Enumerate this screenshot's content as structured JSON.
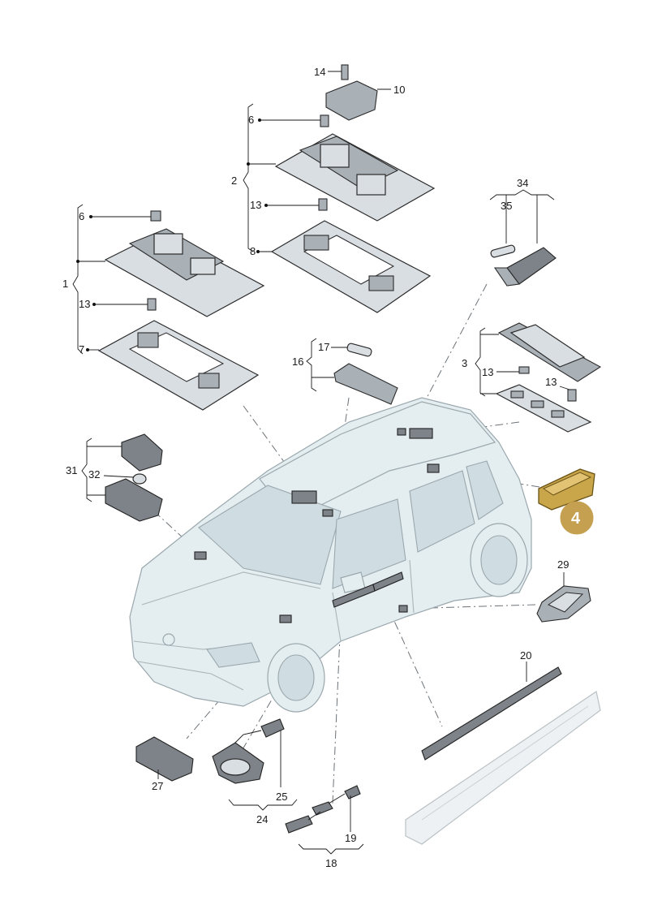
{
  "labels": {
    "l1": "1",
    "l2": "2",
    "l3": "3",
    "l4": "4",
    "l6a": "6",
    "l6b": "6",
    "l7": "7",
    "l8": "8",
    "l10": "10",
    "l13a": "13",
    "l13b": "13",
    "l13c": "13",
    "l13d": "13",
    "l14": "14",
    "l16": "16",
    "l17": "17",
    "l18": "18",
    "l19": "19",
    "l20": "20",
    "l24": "24",
    "l25": "25",
    "l27": "27",
    "l29": "29",
    "l31": "31",
    "l32": "32",
    "l34": "34",
    "l35": "35"
  },
  "highlight": {
    "part_number": "4",
    "fill_color": "#c9a64a",
    "badge_color": "#c4a050"
  },
  "colors": {
    "part_fill": "#d9dee3",
    "car_fill": "#e4edf0",
    "outline": "#2b2b2b"
  }
}
